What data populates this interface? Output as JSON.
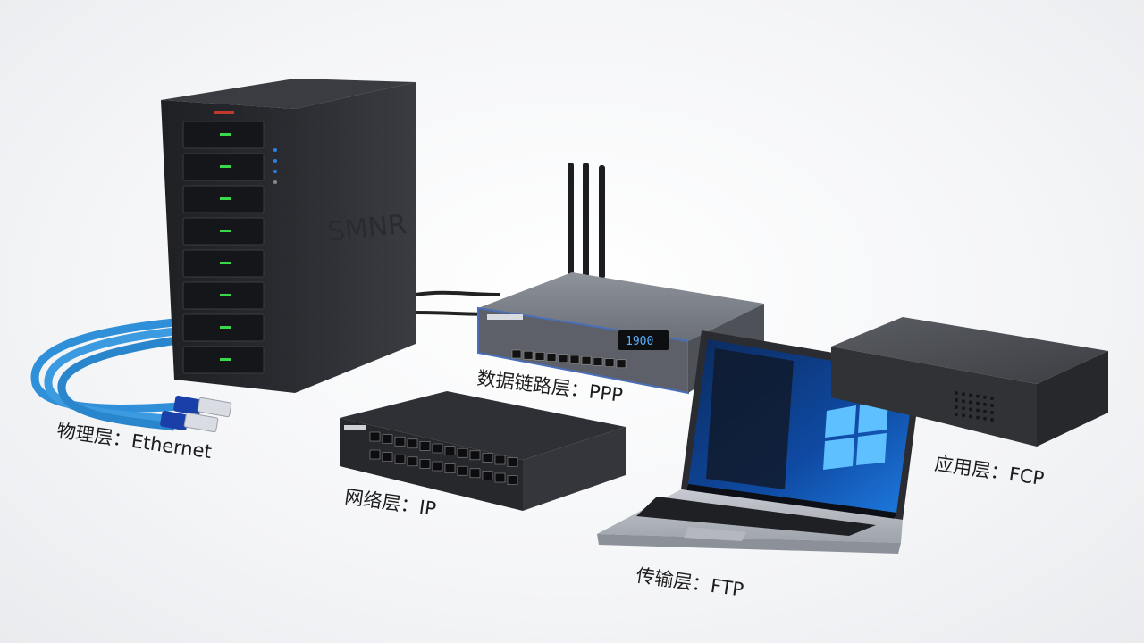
{
  "labels": {
    "physical": "物理层：Ethernet",
    "datalink": "数据链路层：PPP",
    "network": "网络层：IP",
    "transport": "传输层：FTP",
    "application": "应用层：FCP"
  },
  "server": {
    "brand": "SMNR"
  },
  "router": {
    "display": "1900"
  },
  "colors": {
    "cable": "#2f8fd8",
    "device_dark": "#2b2d31",
    "router_accent": "#4a6fb8",
    "led_green": "#39d94a",
    "windows_blue": "#1565c0"
  }
}
